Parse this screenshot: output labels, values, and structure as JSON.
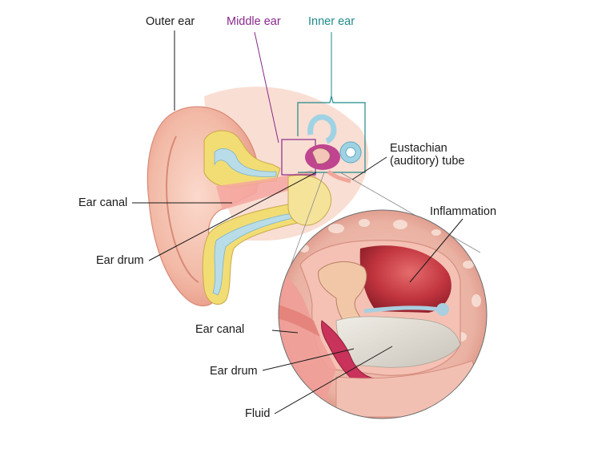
{
  "colors": {
    "outer_ear": "#1a1a1a",
    "middle_ear": "#8a2a8c",
    "inner_ear": "#1f8a8a",
    "skin": "#f2b9a6",
    "cartilage": "#f2dd74",
    "inflammation": "#c2353f",
    "fluid": "#d9d6cf"
  },
  "labels": {
    "outer_ear": "Outer ear",
    "middle_ear": "Middle ear",
    "inner_ear": "Inner ear",
    "eustachian_line1": "Eustachian",
    "eustachian_line2": "(auditory) tube",
    "ear_canal_top": "Ear canal",
    "ear_drum_top": "Ear drum",
    "inflammation": "Inflammation",
    "ear_canal_zoom": "Ear canal",
    "ear_drum_zoom": "Ear drum",
    "fluid": "Fluid"
  }
}
